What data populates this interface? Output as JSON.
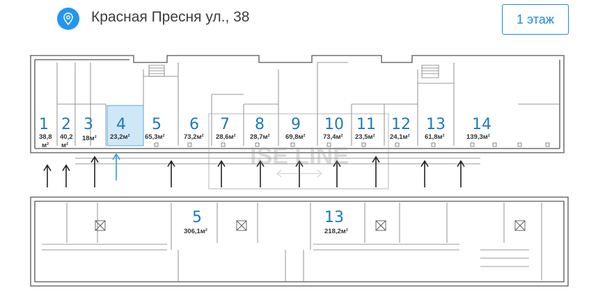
{
  "header": {
    "address": "Красная Пресня ул., 38",
    "floor_label": "1 этаж"
  },
  "icons": {
    "location": "location-pin-icon"
  },
  "colors": {
    "accent": "#1e88e5",
    "highlight_unit": "#cfe8f7"
  },
  "watermark": {
    "text": "ISE LINE"
  },
  "ground_floor_units": [
    {
      "number": "1",
      "area_line1": "38,8",
      "area_line2": "м²"
    },
    {
      "number": "2",
      "area_line1": "40,2",
      "area_line2": "м²"
    },
    {
      "number": "3",
      "area_line1": "18м²",
      "area_line2": ""
    },
    {
      "number": "4",
      "area_line1": "23,2м²",
      "area_line2": "",
      "highlighted": true
    },
    {
      "number": "5",
      "area_line1": "65,3м²",
      "area_line2": ""
    },
    {
      "number": "6",
      "area_line1": "73,2м²",
      "area_line2": ""
    },
    {
      "number": "7",
      "area_line1": "28,6м²",
      "area_line2": ""
    },
    {
      "number": "8",
      "area_line1": "28,7м²",
      "area_line2": ""
    },
    {
      "number": "9",
      "area_line1": "69,8м²",
      "area_line2": ""
    },
    {
      "number": "10",
      "area_line1": "73,4м²",
      "area_line2": ""
    },
    {
      "number": "11",
      "area_line1": "23,5м²",
      "area_line2": ""
    },
    {
      "number": "12",
      "area_line1": "24,1м²",
      "area_line2": ""
    },
    {
      "number": "13",
      "area_line1": "61,8м²",
      "area_line2": ""
    },
    {
      "number": "14",
      "area_line1": "139,3м²",
      "area_line2": ""
    }
  ],
  "lower_units": [
    {
      "number": "5",
      "area": "306,1м²"
    },
    {
      "number": "13",
      "area": "218,2м²"
    }
  ]
}
